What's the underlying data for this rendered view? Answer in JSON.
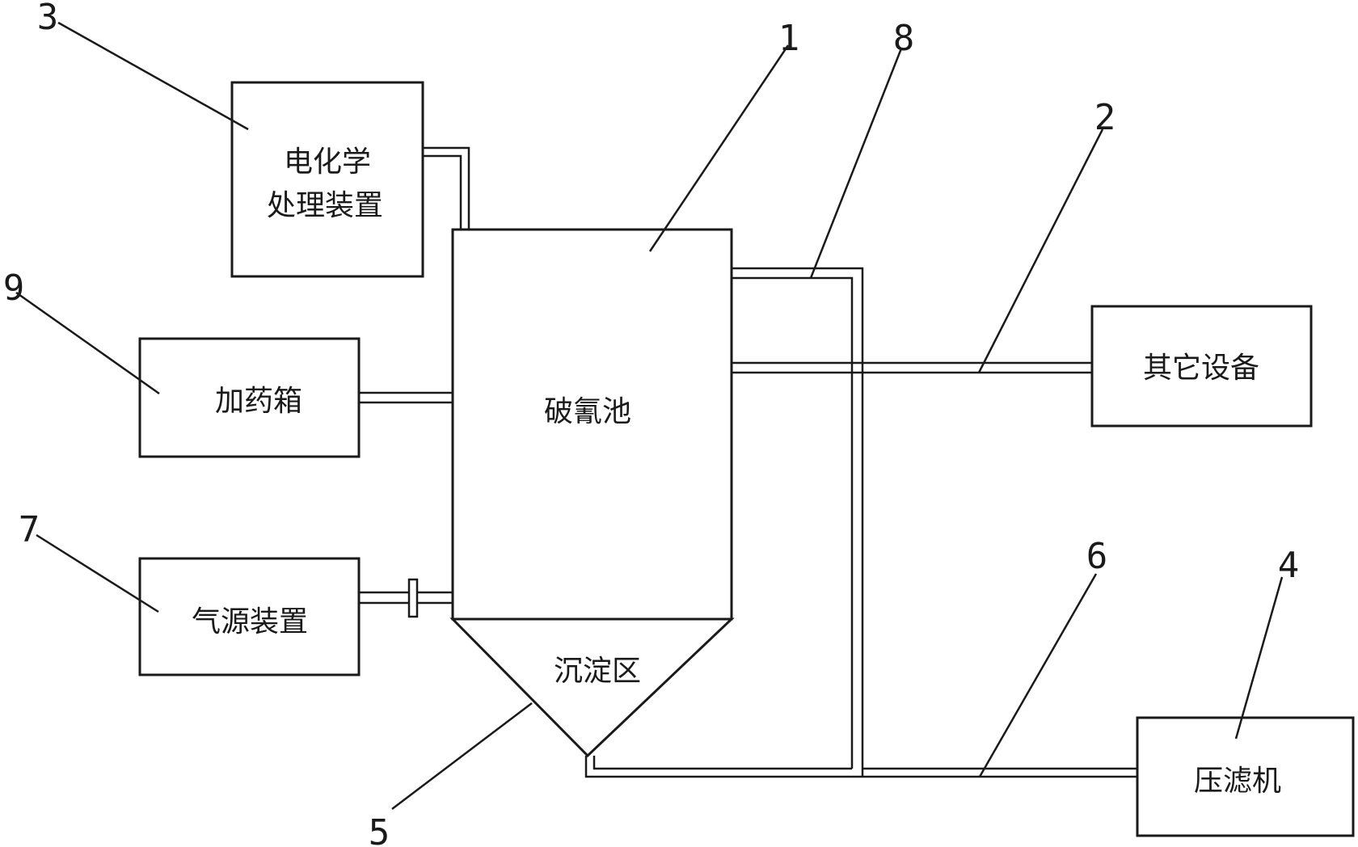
{
  "components": {
    "reaction_tank": {
      "label": "破氰池",
      "number": "1"
    },
    "sediment_zone": {
      "label": "沉淀区",
      "number": "5"
    },
    "electrochemical": {
      "label_line1": "电化学",
      "label_line2": "处理装置",
      "number": "3"
    },
    "dosing_tank": {
      "label": "加药箱",
      "number": "9"
    },
    "air_source": {
      "label": "气源装置",
      "number": "7"
    },
    "other_equipment": {
      "label": "其它设备",
      "number": "2"
    },
    "filter_press": {
      "label": "压滤机",
      "number": "4"
    },
    "pipe_return": {
      "number": "8"
    },
    "pipe_sludge": {
      "number": "6"
    }
  }
}
